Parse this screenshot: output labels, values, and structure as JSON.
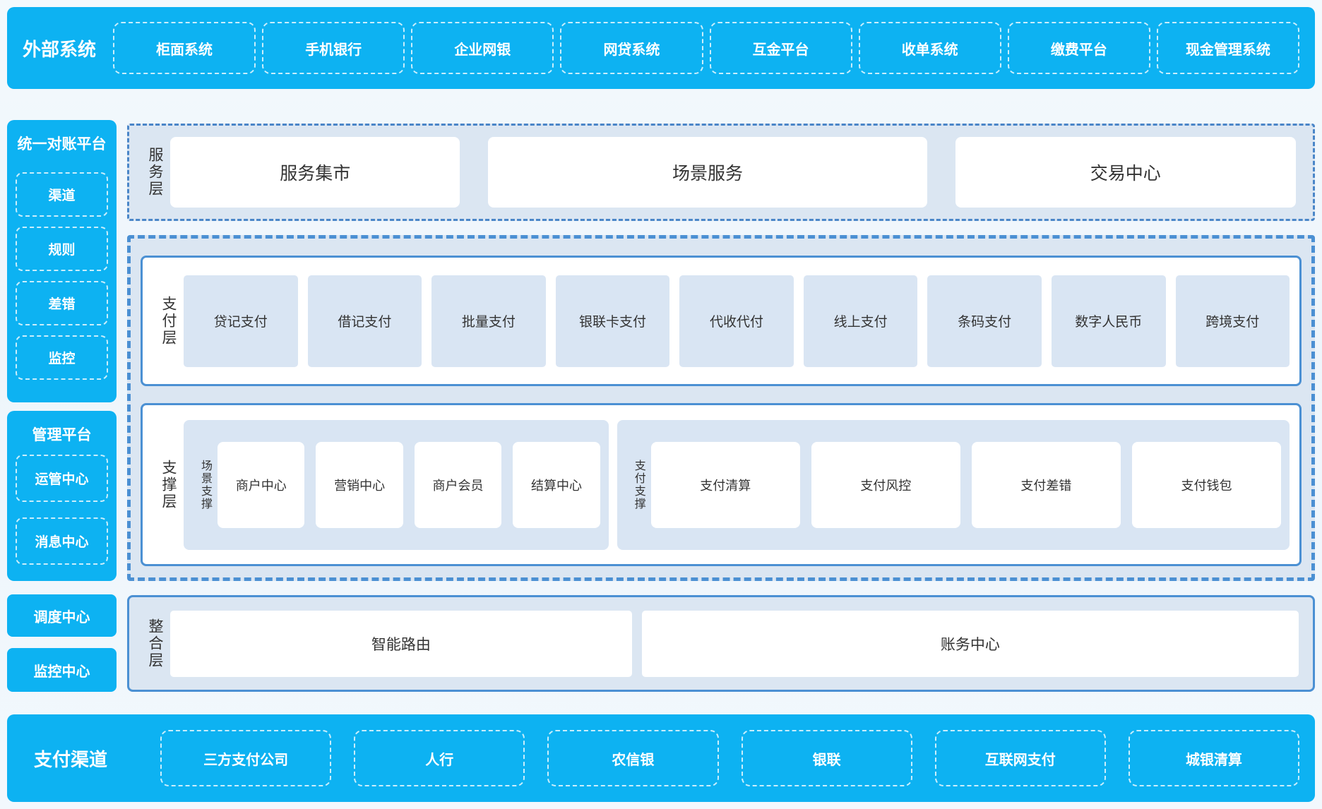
{
  "colors": {
    "accent_blue": "#0db2f2",
    "panel_bg": "#dbe6f2",
    "item_bg": "#d9e5f3",
    "border_blue": "#4b90d3",
    "text": "#333333"
  },
  "top_bar": {
    "title": "外部系统",
    "items": [
      "柜面系统",
      "手机银行",
      "企业网银",
      "网贷系统",
      "互金平台",
      "收单系统",
      "缴费平台",
      "现金管理系统"
    ]
  },
  "left": {
    "reconciliation": {
      "title": "统一对账平台",
      "items": [
        "渠道",
        "规则",
        "差错",
        "监控"
      ]
    },
    "management": {
      "title": "管理平台",
      "items": [
        "运管中心",
        "消息中心"
      ]
    },
    "scheduling_center": "调度中心",
    "monitoring_center": "监控中心"
  },
  "service_layer": {
    "label": "服务层",
    "items": [
      "服务集市",
      "场景服务",
      "交易中心"
    ]
  },
  "payment_layer": {
    "label": "支付层",
    "items": [
      "贷记支付",
      "借记支付",
      "批量支付",
      "银联卡支付",
      "代收代付",
      "线上支付",
      "条码支付",
      "数字人民币",
      "跨境支付"
    ]
  },
  "support_layer": {
    "label": "支撑层",
    "groups": [
      {
        "label": "场景支撑",
        "items": [
          "商户中心",
          "营销中心",
          "商户会员",
          "结算中心"
        ]
      },
      {
        "label": "支付支撑",
        "items": [
          "支付清算",
          "支付风控",
          "支付差错",
          "支付钱包"
        ]
      }
    ]
  },
  "integration_layer": {
    "label": "整合层",
    "items": [
      "智能路由",
      "账务中心"
    ]
  },
  "bottom_bar": {
    "title": "支付渠道",
    "items": [
      "三方支付公司",
      "人行",
      "农信银",
      "银联",
      "互联网支付",
      "城银清算"
    ]
  }
}
